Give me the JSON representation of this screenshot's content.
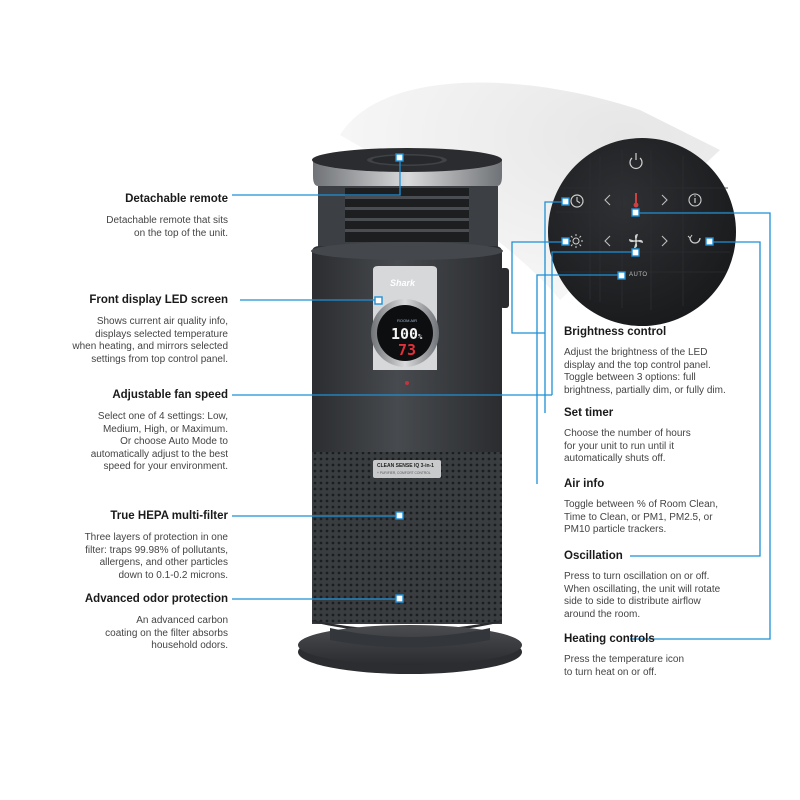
{
  "product": {
    "brand": "Shark",
    "display": {
      "top_label": "ROOM AIR",
      "value_main": "100",
      "unit": "%",
      "value_secondary": "73"
    },
    "panel": {
      "auto_label": "AUTO"
    },
    "badge": {
      "title": "CLEAN SENSE IQ 3-in-1",
      "subtitle": "+ PURIFIER, COMFORT CONTROL"
    }
  },
  "left_features": [
    {
      "title": "Detachable remote",
      "desc": [
        "Detachable remote that sits",
        "on the top of the unit."
      ]
    },
    {
      "title": "Front display LED screen",
      "desc": [
        "Shows current air quality info,",
        "displays selected temperature",
        "when heating, and mirrors selected",
        "settings from top control panel."
      ]
    },
    {
      "title": "Adjustable fan speed",
      "desc": [
        "Select one of 4 settings: Low,",
        "Medium, High, or Maximum.",
        "Or choose Auto Mode to",
        "automatically adjust to the best",
        "speed for your environment."
      ]
    },
    {
      "title": "True HEPA multi-filter",
      "desc": [
        "Three layers of protection in one",
        "filter: traps 99.98% of pollutants,",
        "allergens, and other particles",
        "down to 0.1-0.2 microns."
      ]
    },
    {
      "title": "Advanced odor protection",
      "desc": [
        "An advanced carbon",
        "coating on the filter absorbs",
        "household odors."
      ]
    }
  ],
  "right_features": [
    {
      "title": "Brightness control",
      "desc": [
        "Adjust the brightness of the LED",
        "display and the top control panel.",
        "Toggle between 3 options: full",
        "brightness, partially dim, or fully dim."
      ]
    },
    {
      "title": "Set timer",
      "desc": [
        "Choose the number of hours",
        "for your unit to run until it",
        "automatically shuts off."
      ]
    },
    {
      "title": "Air info",
      "desc": [
        "Toggle between % of Room Clean,",
        "Time to Clean, or PM1, PM2.5, or",
        "PM10 particle trackers."
      ]
    },
    {
      "title": "Oscillation",
      "desc": [
        "Press to turn oscillation on or off.",
        "When oscillating, the unit will rotate",
        "side to side to distribute airflow",
        "around the room."
      ]
    },
    {
      "title": "Heating controls",
      "desc": [
        "Press the temperature icon",
        "to turn heat on or off."
      ]
    }
  ],
  "colors": {
    "callout_line": "#1e90d6",
    "body_dark": "#3a3d40",
    "panel_black": "#232426",
    "led_red": "#e0303a"
  },
  "icons": [
    "power-icon",
    "timer-icon",
    "thermometer-icon",
    "info-icon",
    "brightness-icon",
    "fan-icon",
    "oscillation-icon",
    "chevron-left-icon",
    "chevron-right-icon"
  ]
}
